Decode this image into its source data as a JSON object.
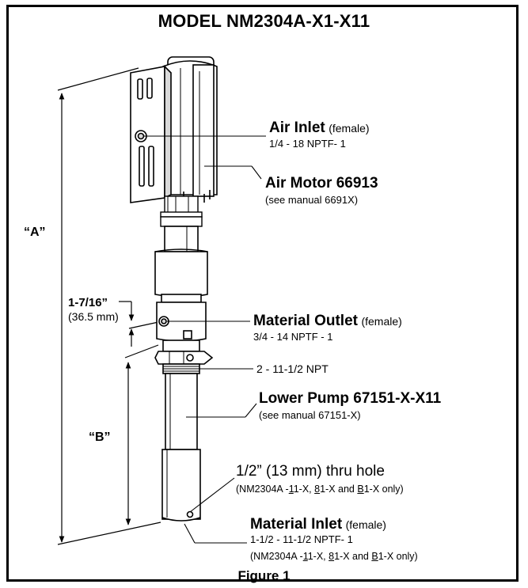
{
  "title": "MODEL NM2304A-X1-X11",
  "figure_label": "Figure 1",
  "dimensions": {
    "a": "“A”",
    "b": "“B”",
    "offset": "1-7/16”",
    "offset_metric": "(36.5 mm)"
  },
  "callouts": {
    "air_inlet": {
      "name": "Air Inlet",
      "qualifier": "(female)",
      "spec": "1/4 - 18 NPTF- 1"
    },
    "air_motor": {
      "name": "Air Motor 66913",
      "note": "(see manual 6691X)"
    },
    "material_outlet": {
      "name": "Material Outlet",
      "qualifier": "(female)",
      "spec": "3/4 - 14 NPTF - 1"
    },
    "bung_thread": {
      "spec": "2 - 11-1/2 NPT"
    },
    "lower_pump": {
      "name": "Lower Pump 67151-X-X11",
      "note": "(see manual 67151-X)"
    },
    "thru_hole": {
      "name": "1/2” (13 mm) thru hole",
      "note_prefix": "(NM2304A -",
      "model_1": "1",
      "model_1_rest": "1-X, ",
      "model_8": "8",
      "model_8_rest": "1-X and ",
      "model_b": "B",
      "model_b_rest": "1-X only)"
    },
    "material_inlet": {
      "name": "Material Inlet",
      "qualifier": "(female)",
      "spec": "1-1/2 - 11-1/2 NPTF- 1",
      "note_prefix": "(NM2304A -",
      "model_1": "1",
      "model_1_rest": "1-X, ",
      "model_8": "8",
      "model_8_rest": "1-X and ",
      "model_b": "B",
      "model_b_rest": "1-X only)"
    }
  },
  "colors": {
    "line": "#000000",
    "body": "#ffffff",
    "shade": "#d9d9d9"
  }
}
